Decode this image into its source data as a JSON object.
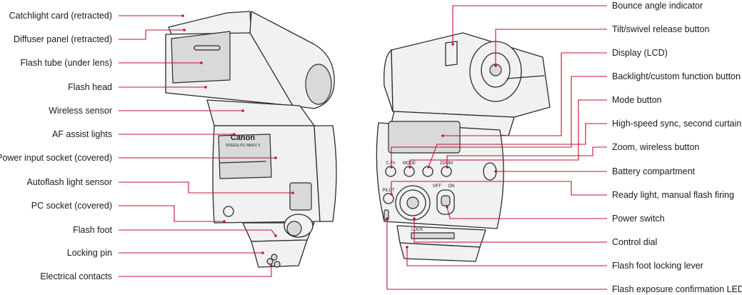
{
  "left_labels": [
    {
      "id": "catchlight-card",
      "text": "Catchlight card (retracted)"
    },
    {
      "id": "diffuser-panel",
      "text": "Diffuser panel (retracted)"
    },
    {
      "id": "flash-tube",
      "text": "Flash tube (under lens)"
    },
    {
      "id": "flash-head",
      "text": "Flash head"
    },
    {
      "id": "wireless-sensor",
      "text": "Wireless sensor"
    },
    {
      "id": "af-assist-lights",
      "text": "AF assist lights"
    },
    {
      "id": "power-input-socket",
      "text": "Power input socket (covered)"
    },
    {
      "id": "autoflash-light-sensor",
      "text": "Autoflash light sensor"
    },
    {
      "id": "pc-socket",
      "text": "PC socket (covered)"
    },
    {
      "id": "flash-foot",
      "text": "Flash foot"
    },
    {
      "id": "locking-pin",
      "text": "Locking pin"
    },
    {
      "id": "electrical-contacts",
      "text": "Electrical contacts"
    }
  ],
  "right_labels": [
    {
      "id": "bounce-angle-indicator",
      "text": "Bounce angle indicator"
    },
    {
      "id": "tilt-swivel-release",
      "text": "Tilt/swivel release button"
    },
    {
      "id": "display-lcd",
      "text": "Display (LCD)"
    },
    {
      "id": "backlight-button",
      "text": "Backlight/custom function button"
    },
    {
      "id": "mode-button",
      "text": "Mode button"
    },
    {
      "id": "high-speed-sync",
      "text": "High-speed sync, second curtain"
    },
    {
      "id": "zoom-wireless",
      "text": "Zoom, wireless button"
    },
    {
      "id": "battery-compartment",
      "text": "Battery compartment"
    },
    {
      "id": "ready-light",
      "text": "Ready light, manual flash firing"
    },
    {
      "id": "power-switch",
      "text": "Power switch"
    },
    {
      "id": "control-dial",
      "text": "Control dial"
    },
    {
      "id": "flash-foot-locking-lever",
      "text": "Flash foot locking lever"
    },
    {
      "id": "flash-exposure-led",
      "text": "Flash exposure confirmation LED"
    }
  ],
  "flash_markings": {
    "brand": "Canon",
    "model": "SPEEDLITE 580EX II"
  },
  "back_panel": {
    "button1": "C.Fn",
    "button2": "MODE",
    "button3": "",
    "button4": "ZOOM",
    "pilot": "PILOT",
    "switch_off": "OFF",
    "switch_on": "ON",
    "lock": "LOCK"
  },
  "colors": {
    "leader": "#c8102e",
    "outline": "#2b2b2b",
    "text": "#1a1a1a"
  }
}
